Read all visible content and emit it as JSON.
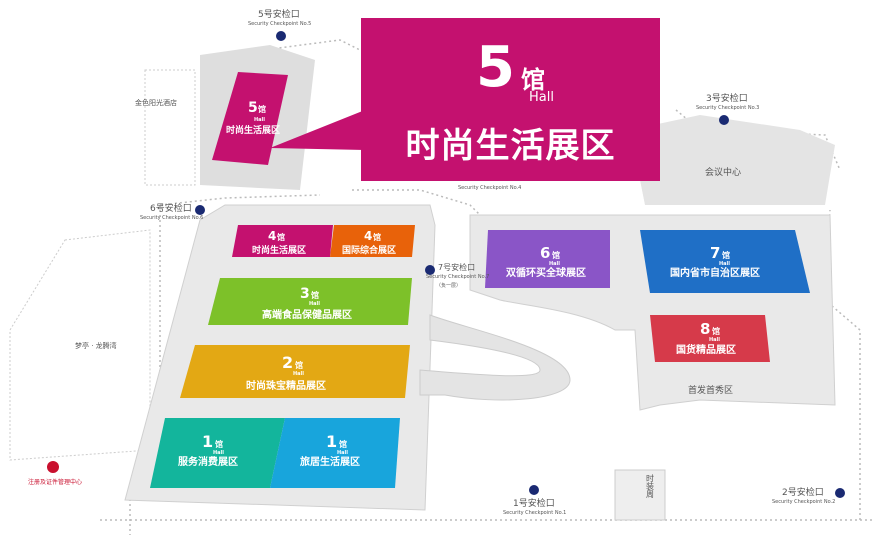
{
  "halls": {
    "hall5_small": {
      "num": "5",
      "unit": "馆",
      "hall": "Hall",
      "zone": "时尚生活展区"
    },
    "hall4a": {
      "num": "4",
      "unit": "馆",
      "hall": "Hall",
      "zone": "时尚生活展区"
    },
    "hall4b": {
      "num": "4",
      "unit": "馆",
      "hall": "Hall",
      "zone": "国际综合展区"
    },
    "hall3": {
      "num": "3",
      "unit": "馆",
      "hall": "Hall",
      "zone": "高端食品保健品展区"
    },
    "hall2": {
      "num": "2",
      "unit": "馆",
      "hall": "Hall",
      "zone": "时尚珠宝精品展区"
    },
    "hall1a": {
      "num": "1",
      "unit": "馆",
      "hall": "Hall",
      "zone": "服务消费展区"
    },
    "hall1b": {
      "num": "1",
      "unit": "馆",
      "hall": "Hall",
      "zone": "旅居生活展区"
    },
    "hall6": {
      "num": "6",
      "unit": "馆",
      "hall": "Hall",
      "zone": "双循环买全球展区"
    },
    "hall7": {
      "num": "7",
      "unit": "馆",
      "hall": "Hall",
      "zone": "国内省市自治区展区"
    },
    "hall8": {
      "num": "8",
      "unit": "馆",
      "hall": "Hall",
      "zone": "国货精品展区"
    }
  },
  "callout": {
    "num": "5",
    "unit": "馆",
    "hall": "Hall",
    "zone": "时尚生活展区"
  },
  "areas": {
    "premiere": "首发首秀区",
    "conference": "会议中心",
    "hotel": "金色阳光酒店",
    "mengting": "梦亭 · 龙腾湾",
    "shizhuang": "时装周",
    "service": "注册及证件管理中心"
  },
  "checkpoints": {
    "cp1": {
      "cn": "1号安检口",
      "en": "Security Checkpoint No.1"
    },
    "cp2": {
      "cn": "2号安检口",
      "en": "Security Checkpoint No.2"
    },
    "cp3": {
      "cn": "3号安检口",
      "en": "Security Checkpoint No.3"
    },
    "cp4": {
      "en": "Security Checkpoint No.4"
    },
    "cp5": {
      "cn": "5号安检口",
      "en": "Security Checkpoint No.5"
    },
    "cp6": {
      "cn": "6号安检口",
      "en": "Security Checkpoint No.6"
    },
    "cp7": {
      "cn": "7号安检口",
      "en": "Security Checkpoint No.7",
      "note": "（负一层）"
    }
  },
  "colors": {
    "hall5": "#c4116f",
    "hall4a": "#c4116f",
    "hall4b": "#e8620a",
    "hall3": "#7dc129",
    "hall2": "#e3a814",
    "hall1a": "#13b59c",
    "hall1b": "#18a5dc",
    "hall6": "#8a55c7",
    "hall7": "#1f6fc6",
    "hall8": "#d63a4a",
    "building": "#e9e9e9"
  }
}
